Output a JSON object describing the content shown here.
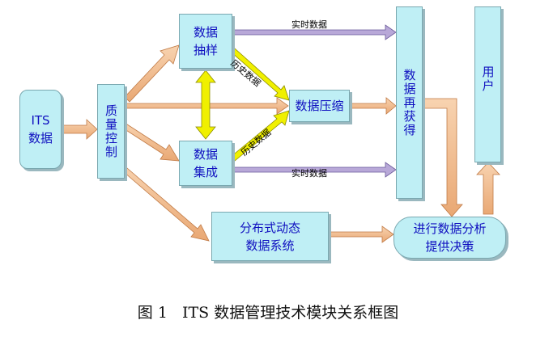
{
  "nodes": {
    "its_data": "ITS\n数据",
    "quality_control": "质量控制",
    "sampling": "数据\n抽样",
    "integration": "数据\n集成",
    "compression": "数据压缩",
    "reacquire": "数据再获得",
    "distributed": "分布式动态\n数据系统",
    "analysis": "进行数据分析\n提供决策",
    "user": "用户"
  },
  "edge_labels": {
    "realtime_top": "实时数据",
    "realtime_bottom": "实时数据",
    "history_top": "历史数据",
    "history_bottom": "历史数据"
  },
  "caption": {
    "figure_number": "图 1",
    "title": "ITS 数据管理技术模块关系框图"
  },
  "colors": {
    "box_fill": "#bfeff5",
    "box_text": "#1010c0",
    "arrow_orange": "#f5c39a",
    "arrow_orange_stroke": "#c07a45",
    "arrow_purple": "#b8a8d8",
    "arrow_yellow": "#f0f000"
  }
}
